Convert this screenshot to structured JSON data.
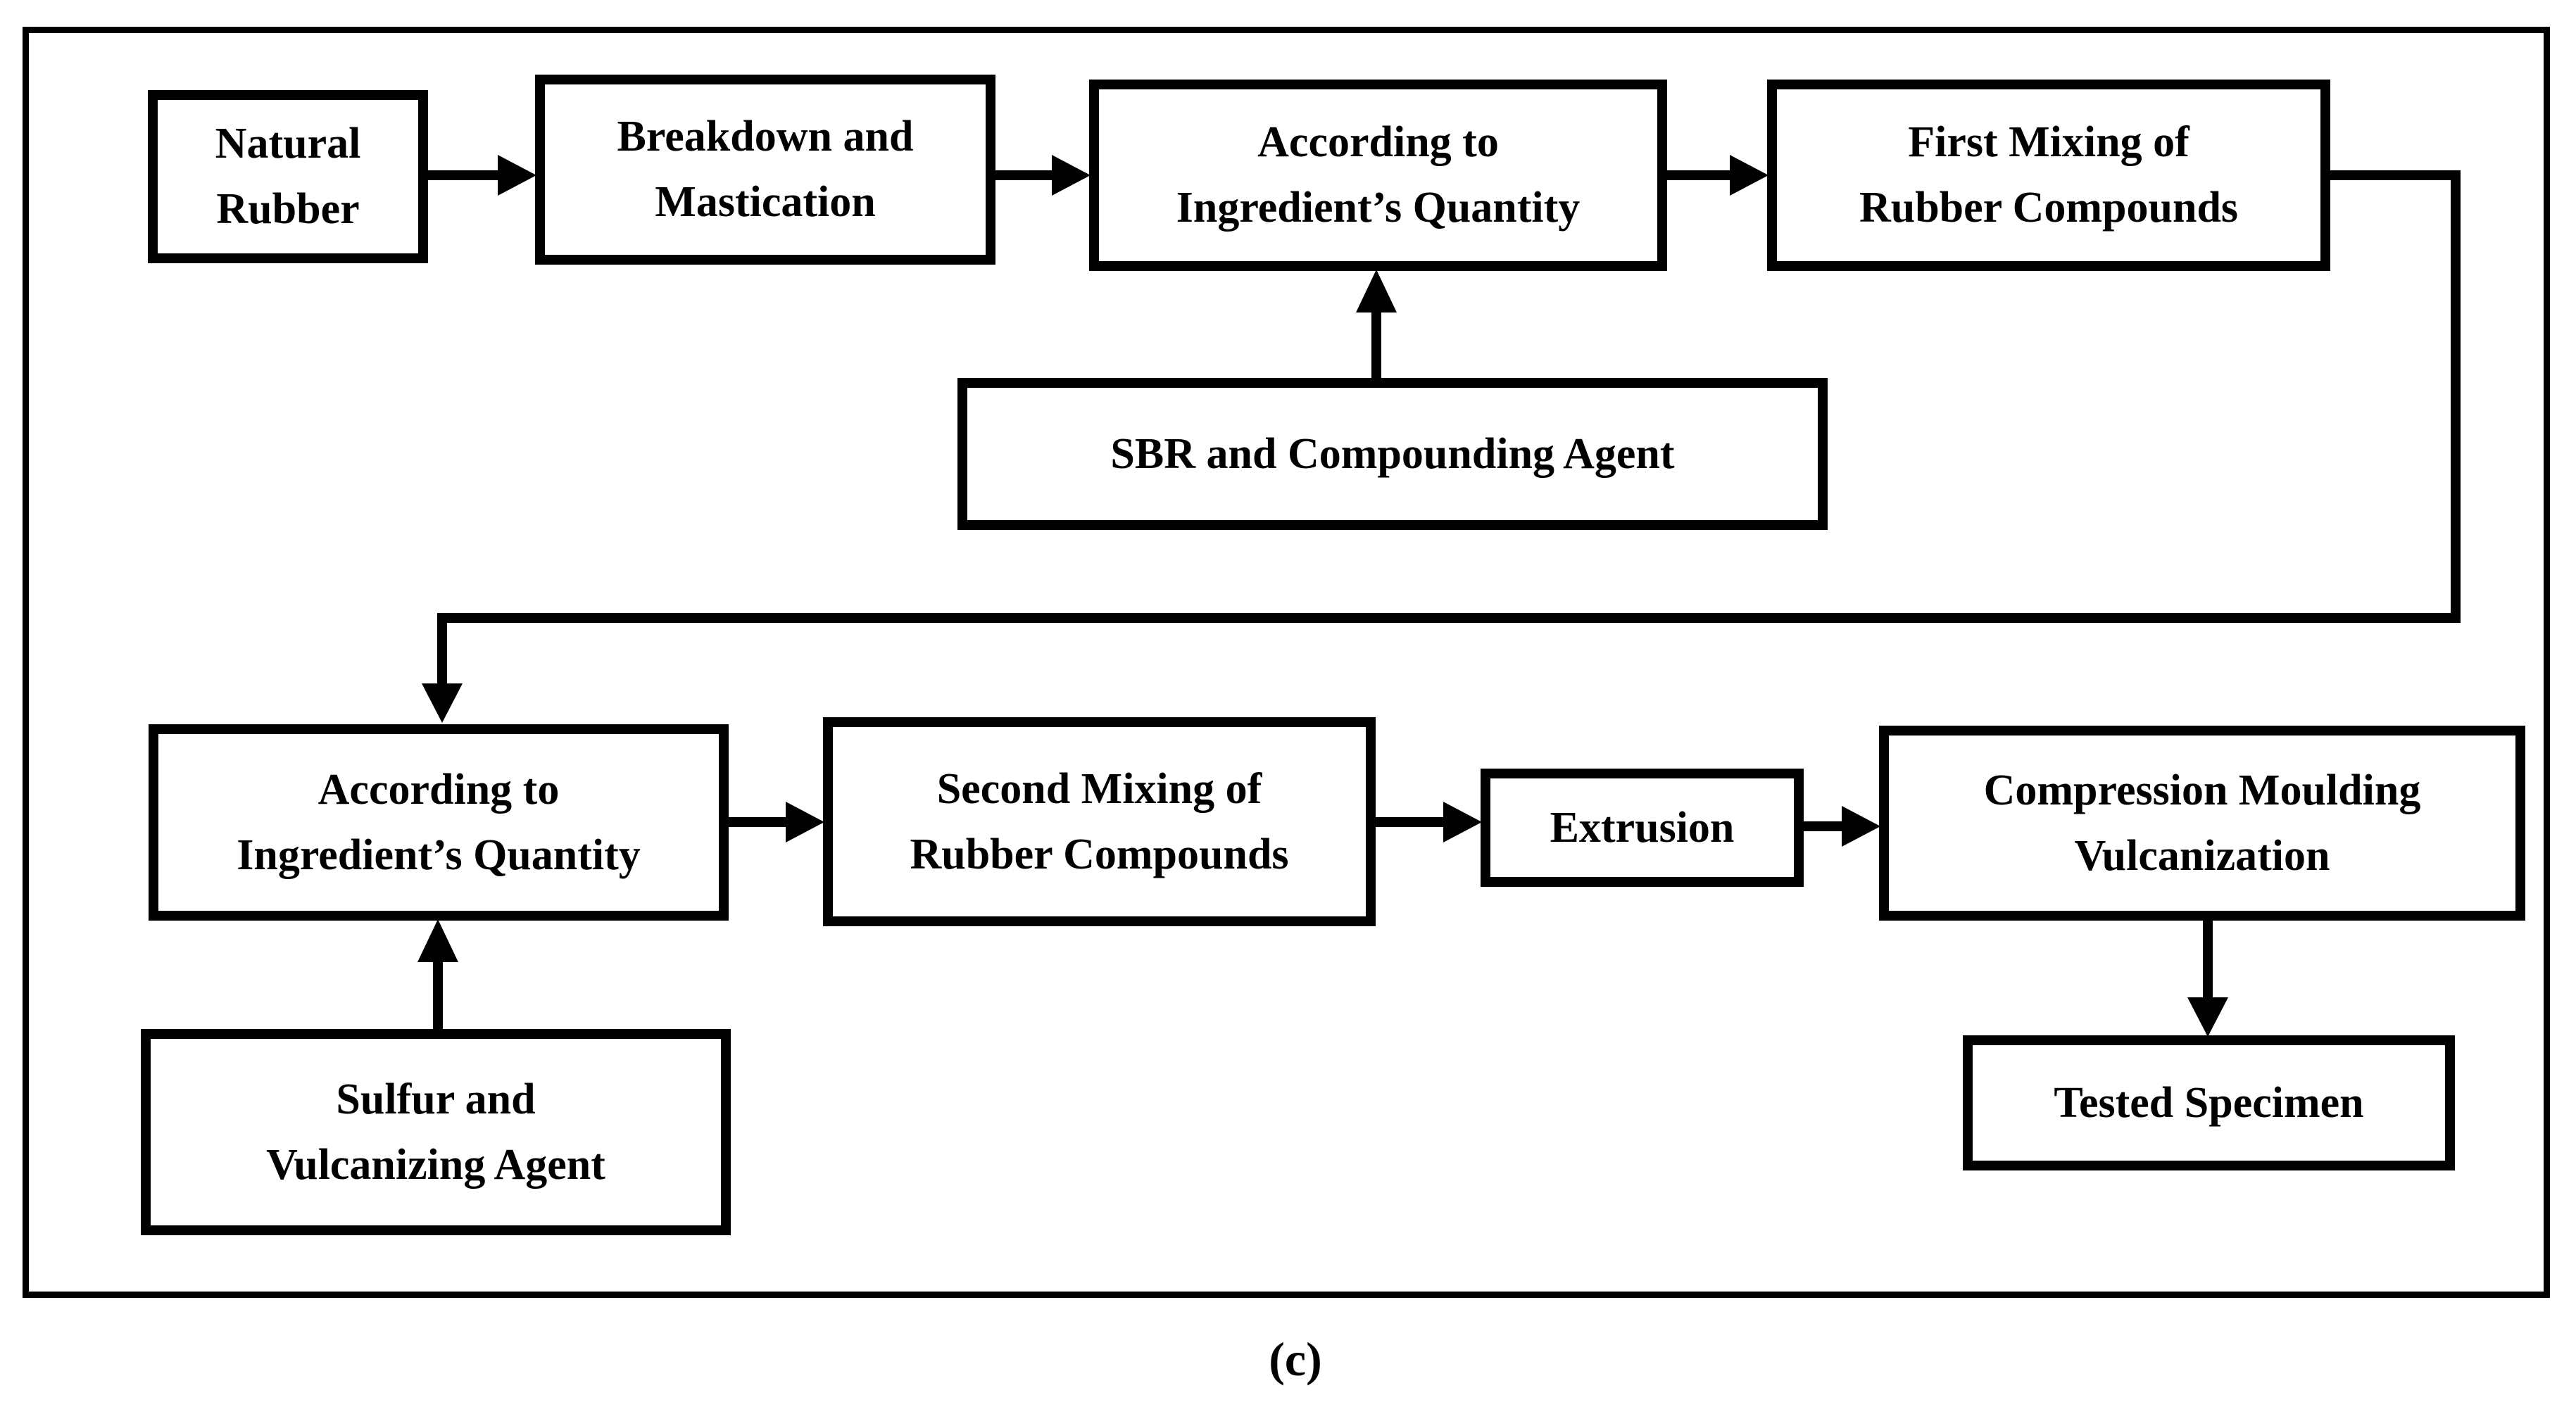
{
  "caption": "(c)",
  "colors": {
    "ink": "#000000",
    "background": "#ffffff"
  },
  "nodes": {
    "natural_rubber": {
      "label": "Natural\nRubber"
    },
    "breakdown_mastication": {
      "label": "Breakdown and\nMastication"
    },
    "according_quantity_1": {
      "label": "According to\nIngredient’s Quantity"
    },
    "first_mixing": {
      "label": "First Mixing of\nRubber Compounds"
    },
    "sbr_compounding": {
      "label": "SBR and Compounding Agent"
    },
    "according_quantity_2": {
      "label": "According to\nIngredient’s Quantity"
    },
    "second_mixing": {
      "label": "Second Mixing of\nRubber Compounds"
    },
    "extrusion": {
      "label": "Extrusion"
    },
    "compression_moulding": {
      "label": "Compression Moulding\nVulcanization"
    },
    "tested_specimen": {
      "label": "Tested Specimen"
    },
    "sulfur_vulcanizing": {
      "label": "Sulfur and\nVulcanizing Agent"
    }
  },
  "edges": [
    {
      "from": "natural_rubber",
      "to": "breakdown_mastication"
    },
    {
      "from": "breakdown_mastication",
      "to": "according_quantity_1"
    },
    {
      "from": "according_quantity_1",
      "to": "first_mixing"
    },
    {
      "from": "sbr_compounding",
      "to": "according_quantity_1"
    },
    {
      "from": "first_mixing",
      "to": "according_quantity_2"
    },
    {
      "from": "sulfur_vulcanizing",
      "to": "according_quantity_2"
    },
    {
      "from": "according_quantity_2",
      "to": "second_mixing"
    },
    {
      "from": "second_mixing",
      "to": "extrusion"
    },
    {
      "from": "extrusion",
      "to": "compression_moulding"
    },
    {
      "from": "compression_moulding",
      "to": "tested_specimen"
    }
  ]
}
